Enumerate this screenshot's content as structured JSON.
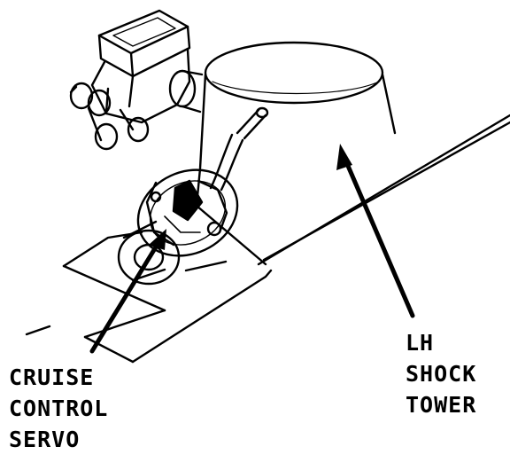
{
  "labels": {
    "servo": [
      "CRUISE",
      "CONTROL",
      "SERVO"
    ],
    "tower": [
      "LH",
      "SHOCK",
      "TOWER"
    ]
  },
  "colors": {
    "ink": "#000000",
    "paper": "#ffffff"
  }
}
